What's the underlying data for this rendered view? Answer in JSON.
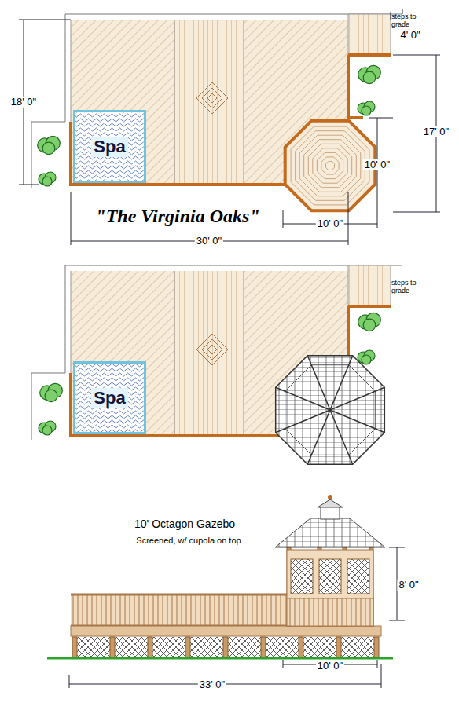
{
  "diagram": {
    "title": "\"The Virginia Oaks\"",
    "nodes": [
      {
        "text": [
          "Spa"
        ]
      },
      {
        "text": [
          "Spa"
        ]
      }
    ],
    "labels": [
      "18' 0\"",
      "steps to grade",
      "4' 0\"",
      "17' 0\"",
      "10' 0\"",
      "10' 0\"",
      "30' 0\"",
      "steps to grade",
      "10' Octagon Gazebo",
      "Screened, w/ cupola on top",
      "8' 0\"",
      "10' 0\"",
      "33' 0\""
    ]
  }
}
